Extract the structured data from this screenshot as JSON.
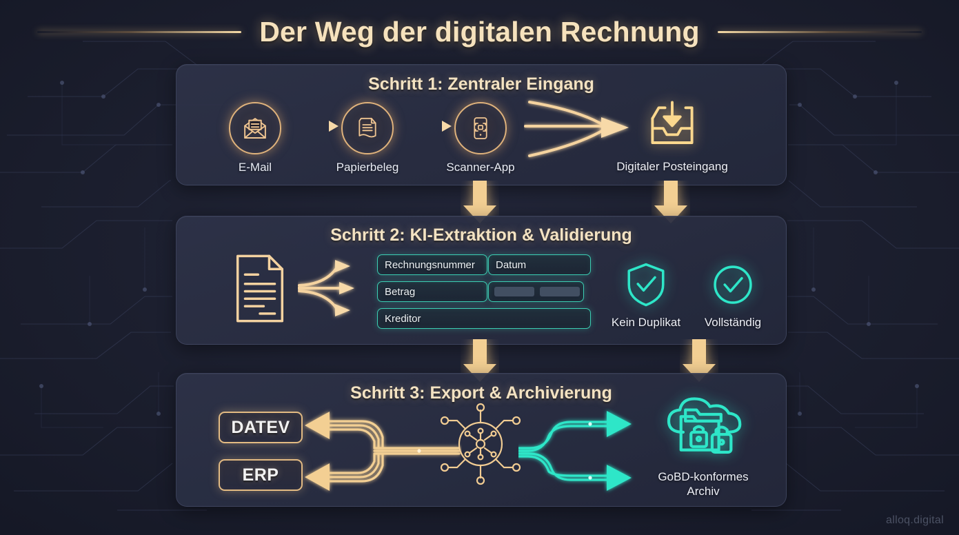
{
  "title": "Der Weg der digitalen Rechnung",
  "watermark": "alloq.digital",
  "colors": {
    "background": "#1a1d2c",
    "panel": "#2e3349",
    "gold": "#e3bb83",
    "gold_bright": "#f5d79f",
    "teal": "#3ccfb4",
    "teal_bright": "#2ee6c8",
    "text": "#eef0f7",
    "title": "#f6e2bd"
  },
  "step1": {
    "title": "Schritt 1: Zentraler Eingang",
    "sources": [
      {
        "label": "E-Mail",
        "icon": "envelope-open-icon"
      },
      {
        "label": "Papierbeleg",
        "icon": "document-icon"
      },
      {
        "label": "Scanner-App",
        "icon": "phone-scan-icon"
      }
    ],
    "destination": {
      "label": "Digitaler Posteingang",
      "icon": "inbox-download-icon"
    }
  },
  "step2": {
    "title": "Schritt 2: KI-Extraktion & Validierung",
    "source_icon": "invoice-document-icon",
    "fields": [
      {
        "label": "Rechnungsnummer"
      },
      {
        "label": "Datum"
      },
      {
        "label": "Betrag"
      },
      {
        "label": ""
      },
      {
        "label": "Kreditor"
      }
    ],
    "checks": [
      {
        "label": "Kein Duplikat",
        "icon": "shield-check-icon"
      },
      {
        "label": "Vollständig",
        "icon": "circle-check-icon"
      }
    ]
  },
  "step3": {
    "title": "Schritt 3: Export & Archivierung",
    "targets": [
      {
        "label": "DATEV"
      },
      {
        "label": "ERP"
      }
    ],
    "hub_icon": "network-hub-icon",
    "archive": {
      "label_line1": "GoBD-konformes",
      "label_line2": "Archiv",
      "icon": "cloud-lock-archive-icon"
    }
  }
}
